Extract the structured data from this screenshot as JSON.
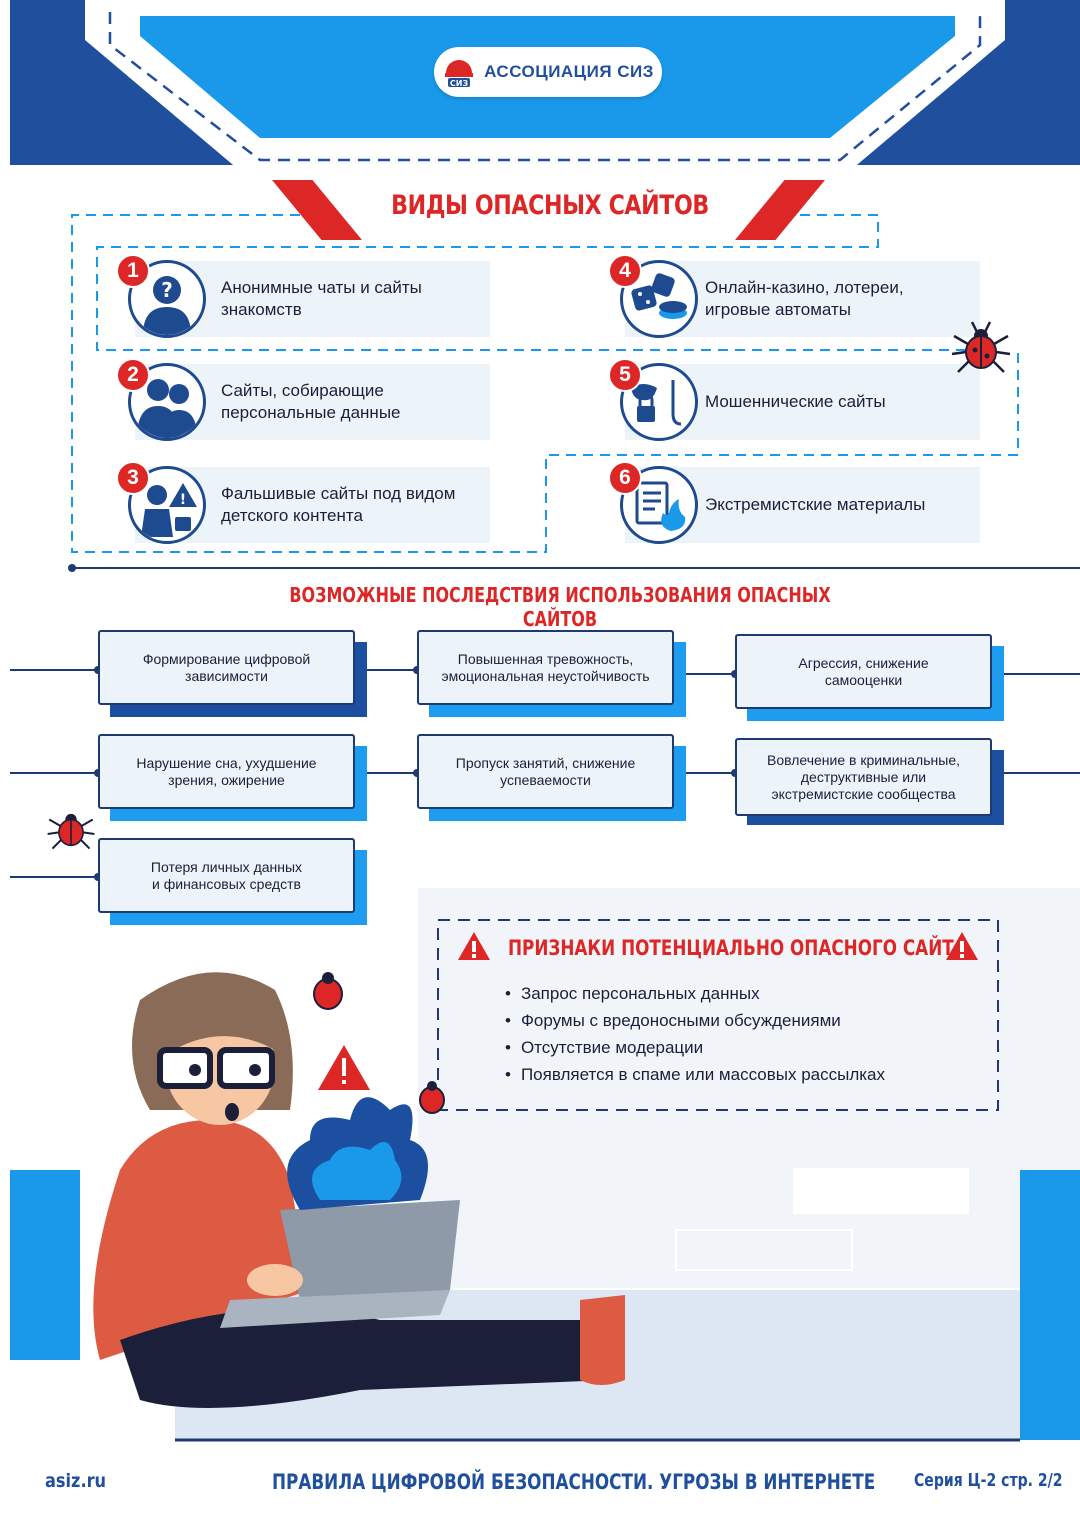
{
  "header": {
    "logo_text": "АССОЦИАЦИЯ СИЗ",
    "logo_icon": "siz-logo-icon"
  },
  "types_section": {
    "title": "ВИДЫ ОПАСНЫХ САЙТОВ",
    "items": [
      {
        "number": "1",
        "text_line1": "Анонимные чаты и сайты",
        "text_line2": "знакомств",
        "icon": "anonymous-person-icon"
      },
      {
        "number": "2",
        "text_line1": "Сайты, собирающие",
        "text_line2": "персональные данные",
        "icon": "people-icon"
      },
      {
        "number": "3",
        "text_line1": "Фальшивые сайты под видом",
        "text_line2": "детского контента",
        "icon": "child-warning-icon"
      },
      {
        "number": "4",
        "text_line1": "Онлайн-казино, лотереи,",
        "text_line2": "игровые автоматы",
        "icon": "casino-dice-icon"
      },
      {
        "number": "5",
        "text_line1": "Мошеннические сайты",
        "text_line2": "",
        "icon": "fraud-mask-icon"
      },
      {
        "number": "6",
        "text_line1": "Экстремистские материалы",
        "text_line2": "",
        "icon": "fire-document-icon"
      }
    ]
  },
  "consequences_section": {
    "title": "ВОЗМОЖНЫЕ ПОСЛЕДСТВИЯ ИСПОЛЬЗОВАНИЯ ОПАСНЫХ САЙТОВ",
    "items": [
      {
        "line1": "Формирование цифровой",
        "line2": "зависимости",
        "line3": ""
      },
      {
        "line1": "Повышенная тревожность,",
        "line2": "эмоциональная неустойчивость",
        "line3": ""
      },
      {
        "line1": "Агрессия, снижение",
        "line2": "самооценки",
        "line3": ""
      },
      {
        "line1": "Нарушение сна, ухудшение",
        "line2": "зрения, ожирение",
        "line3": ""
      },
      {
        "line1": "Пропуск занятий, снижение",
        "line2": "успеваемости",
        "line3": ""
      },
      {
        "line1": "Вовлечение в криминальные,",
        "line2": "деструктивные или",
        "line3": "экстремистские сообщества"
      },
      {
        "line1": "Потеря личных данных",
        "line2": "и финансовых средств",
        "line3": ""
      }
    ]
  },
  "signs_section": {
    "title": "ПРИЗНАКИ ПОТЕНЦИАЛЬНО ОПАСНОГО САЙТА",
    "items": [
      "Запрос персональных данных",
      "Форумы с вредоносными обсуждениями",
      "Отсутствие модерации",
      "Появляется в спаме или массовых рассылках"
    ]
  },
  "footer": {
    "site": "asiz.ru",
    "title": "ПРАВИЛА ЦИФРОВОЙ БЕЗОПАСНОСТИ. УГРОЗЫ В ИНТЕРНЕТЕ",
    "series": "Серия Ц-2 стр. 2/2"
  },
  "colors": {
    "accent_red": "#dd2727",
    "dark_blue": "#1f4f9d",
    "bright_blue": "#1a99ea",
    "card_bg": "#ecf3f9"
  }
}
